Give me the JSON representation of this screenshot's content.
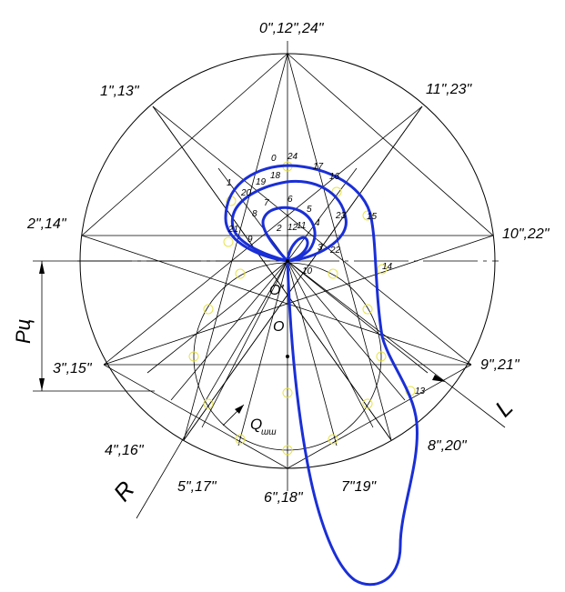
{
  "diagram": {
    "hour_labels": [
      {
        "key": "h0",
        "text": "0\",12\",24\""
      },
      {
        "key": "h1",
        "text": "1\",13\""
      },
      {
        "key": "h2",
        "text": "2\",14\""
      },
      {
        "key": "h3",
        "text": "3\",15\""
      },
      {
        "key": "h4",
        "text": "4\",16\""
      },
      {
        "key": "h5",
        "text": "5\",17\""
      },
      {
        "key": "h6",
        "text": "6\",18\""
      },
      {
        "key": "h7",
        "text": "7\"19\""
      },
      {
        "key": "h8",
        "text": "8\",20\""
      },
      {
        "key": "h9",
        "text": "9\",21\""
      },
      {
        "key": "h10",
        "text": "10\",22\""
      },
      {
        "key": "h11",
        "text": "11\",23\""
      }
    ],
    "point_numbers": [
      "0",
      "1",
      "2",
      "3",
      "4",
      "5",
      "6",
      "7",
      "8",
      "9",
      "10",
      "11",
      "12",
      "13",
      "14",
      "15",
      "16",
      "17",
      "18",
      "19",
      "20",
      "21",
      "22",
      "23",
      "24"
    ],
    "symbols": {
      "p_c": "Рц",
      "o1": "O'",
      "o": "O",
      "q": "Q",
      "q_sub": "шш",
      "r": "R",
      "l": "L"
    },
    "colors": {
      "curve": "#1a2fd6",
      "construction": "#000000",
      "markers": "#e8e44a"
    }
  }
}
